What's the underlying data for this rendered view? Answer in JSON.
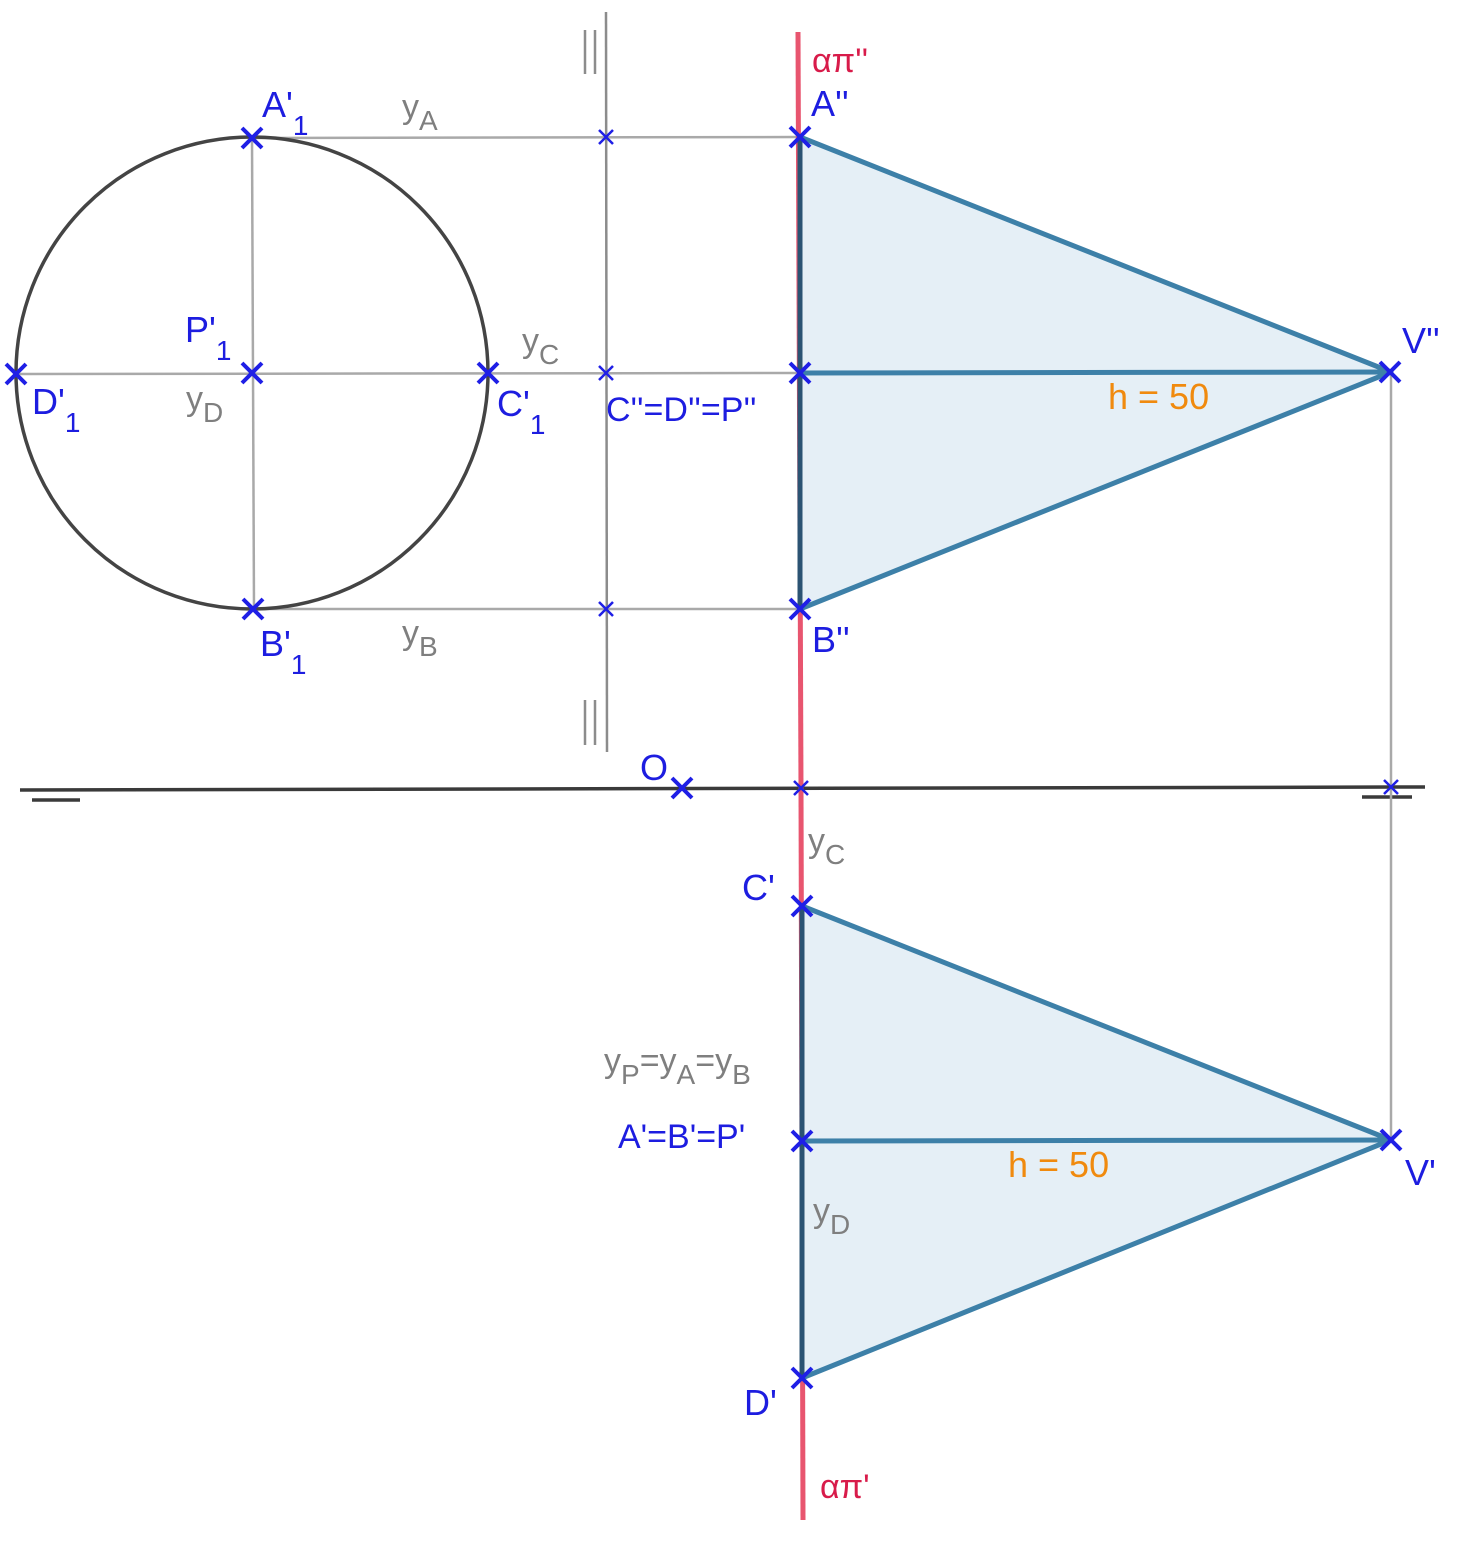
{
  "colors": {
    "point": "#1d1de0",
    "distance": "#7f7f7f",
    "trace": "#d81b4a",
    "height": "#f08a0e",
    "cone_edge": "#3d80a8",
    "cone_fill": "#e5eff6"
  },
  "traces": {
    "vertical": "απ''",
    "horizontal": "απ'"
  },
  "origin": "O",
  "rabatment": {
    "A": "A'",
    "B": "B'",
    "C": "C'",
    "D": "D'",
    "P": "P'",
    "sub": "1"
  },
  "front_view": {
    "A": "A''",
    "B": "B''",
    "CDP": "C''=D''=P''",
    "V": "V''",
    "height": "h = 50"
  },
  "top_view": {
    "C": "C'",
    "D": "D'",
    "ABP": "A'=B'=P'",
    "V": "V'",
    "height": "h = 50"
  },
  "distances": {
    "y": "y",
    "A": "A",
    "B": "B",
    "C": "C",
    "D": "D",
    "P": "P",
    "eq": "="
  }
}
